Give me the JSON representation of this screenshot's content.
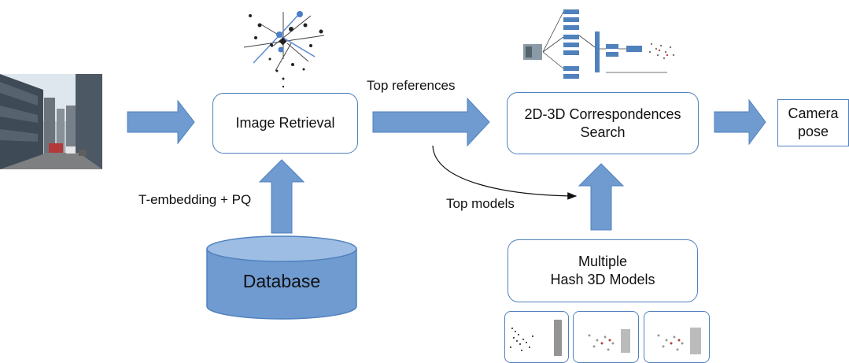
{
  "nodes": {
    "image_retrieval": "Image Retrieval",
    "correspondence_search": "2D-3D Correspondences\nSearch",
    "camera_pose": "Camera\npose",
    "hash_models": "Multiple\nHash 3D Models",
    "database": "Database"
  },
  "edge_labels": {
    "top_references": "Top references",
    "top_models": "Top models",
    "embedding": "T-embedding + PQ"
  },
  "colors": {
    "arrow_fill": "#6f9bd1",
    "arrow_stroke": "#4f81bd",
    "box_border": "#4f81bd"
  },
  "icons": {
    "query": "street-photo",
    "retrieval": "network-scatter-icon",
    "search": "pipeline-schematic-icon",
    "models": "point-cloud-thumbnail"
  }
}
